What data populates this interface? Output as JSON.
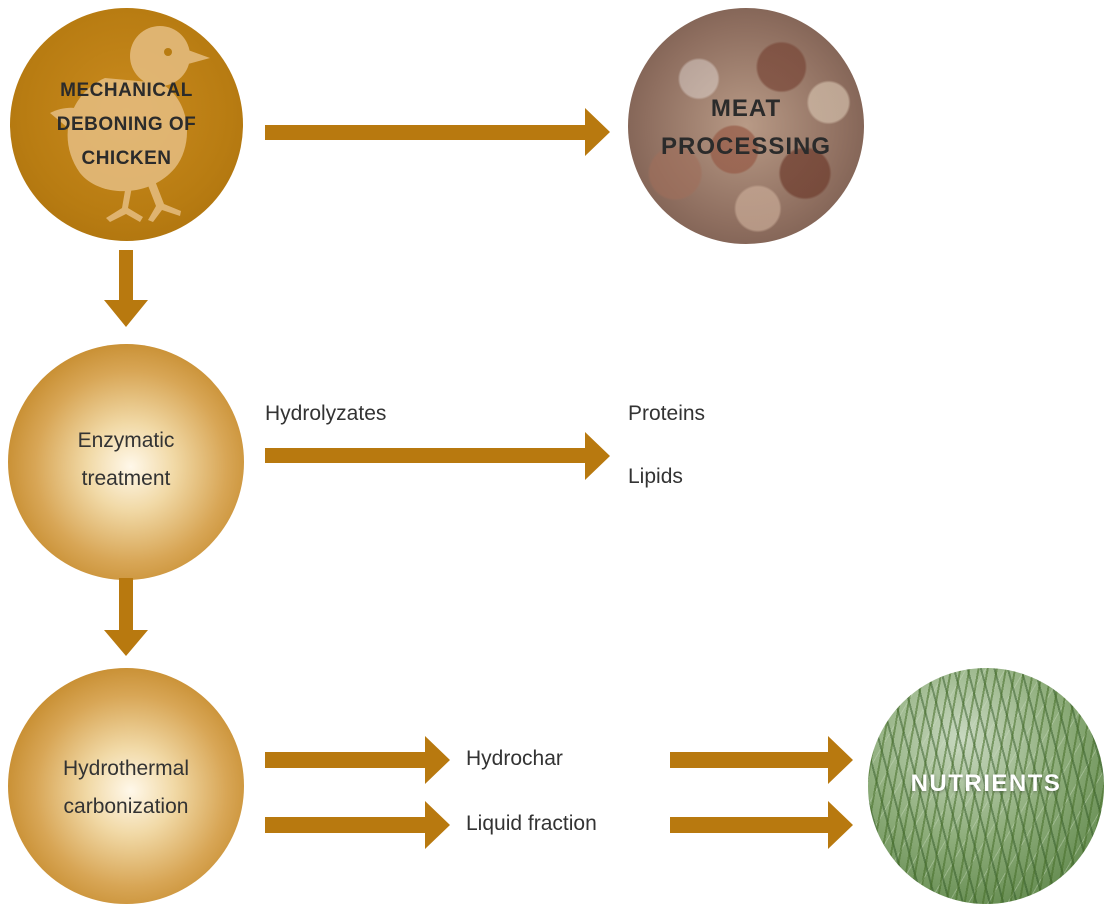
{
  "colors": {
    "arrow": "#B8790F",
    "mechanical_circle": "#B87C12",
    "bold_text": "#2B2B2B",
    "nutrients_text": "#FFFFFF"
  },
  "nodes": {
    "mechanical": {
      "lines": [
        "MECHANICAL",
        "DEBONING OF",
        "CHICKEN"
      ],
      "icon": "chick-icon"
    },
    "meat": {
      "lines": [
        "MEAT",
        "PROCESSING"
      ]
    },
    "enzymatic": {
      "lines": [
        "Enzymatic",
        "treatment"
      ]
    },
    "hydrothermal": {
      "lines": [
        "Hydrothermal",
        "carbonization"
      ]
    },
    "nutrients": {
      "label": "NUTRIENTS"
    }
  },
  "labels": {
    "hydrolyzates": "Hydrolyzates",
    "proteins": "Proteins",
    "lipids": "Lipids",
    "hydrochar": "Hydrochar",
    "liquid_fraction": "Liquid fraction"
  }
}
